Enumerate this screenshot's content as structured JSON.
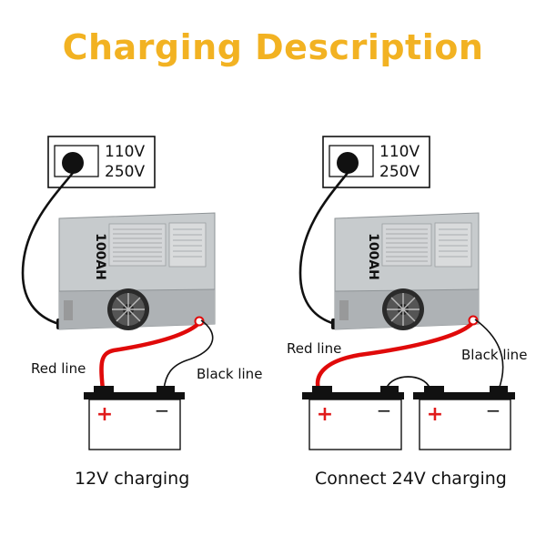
{
  "title": "Charging Description",
  "colors": {
    "title": "#F2B222",
    "red_wire": "#E00A0A",
    "black_wire": "#111111",
    "terminal_plus": "#E01B1B",
    "charger_body": "#BFC3C5"
  },
  "left": {
    "socket_voltages": [
      "110V",
      "250V"
    ],
    "charger_label": "100AH",
    "red_line_label": "Red line",
    "black_line_label": "Black line",
    "plus_sign": "+",
    "minus_sign": "−",
    "caption": "12V charging"
  },
  "right": {
    "socket_voltages": [
      "110V",
      "250V"
    ],
    "charger_label": "100AH",
    "red_line_label": "Red line",
    "black_line_label": "Black line",
    "plus_sign": "+",
    "minus_sign": "−",
    "caption": "Connect 24V charging"
  }
}
